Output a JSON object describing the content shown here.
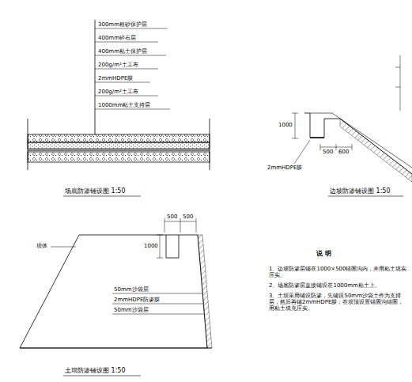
{
  "diagram": {
    "labels": [
      "300mm粗砂保护层",
      "400mm碎石层",
      "400mm粘土保护层",
      "200g/m²土工布",
      "2mmHDPE膜",
      "200g/m²土工布",
      "1000mm粘土支持层",
      "场底防渗铺设图  1:50",
      "1000",
      "500",
      "600",
      "2mmHDPE膜",
      "边坡防渗铺设图  1:50",
      "500",
      "500",
      "1000",
      "坝体",
      "50mm沙袋层",
      "2mmHDPE防渗膜",
      "50mm沙袋层",
      "土坝防渗铺设图  1:50",
      "说  明",
      "1、边坡防渗层铺在1000×500锚固沟内，并用粘土填实压实。",
      "2、场底防渗层直接铺设在1000mm粘土上。",
      "3、土坝采用铺设防渗，先铺设50mm沙袋土作为支持层，然后再铺2mmHDPE膜；在坝顶设置锚固沟锚固，用粘土填充压实。"
    ]
  }
}
